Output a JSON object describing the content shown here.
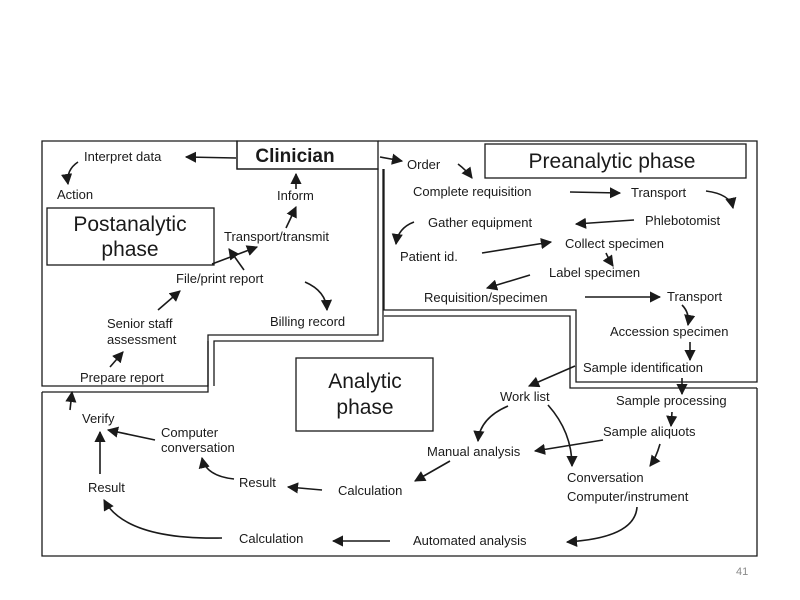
{
  "clinician": "Clinician",
  "phases": {
    "preanalytic": "Preanalytic phase",
    "analytic": [
      "Analytic",
      "phase"
    ],
    "postanalytic": [
      "Postanalytic",
      "phase"
    ]
  },
  "preanalytic_steps": {
    "order": "Order",
    "complete_requisition": "Complete requisition",
    "transport_1": "Transport",
    "phlebotomist": "Phlebotomist",
    "gather_equipment": "Gather equipment",
    "patient_id": "Patient id.",
    "collect_specimen": "Collect specimen",
    "label_specimen": "Label specimen",
    "requisition_specimen": "Requisition/specimen",
    "transport_2": "Transport",
    "accession_specimen": "Accession specimen",
    "sample_identification": "Sample identification"
  },
  "analytic_steps": {
    "sample_processing": "Sample processing",
    "sample_aliquots": "Sample aliquots",
    "work_list": "Work list",
    "manual_analysis": "Manual analysis",
    "conversation": "Conversation",
    "computer_instrument": "Computer/instrument",
    "calculation_manual": "Calculation",
    "automated_analysis": "Automated analysis",
    "calculation_auto": "Calculation",
    "result_1": "Result",
    "computer_conversation": [
      "Computer",
      "conversation"
    ],
    "result_2": "Result",
    "verify": "Verify"
  },
  "postanalytic_steps": {
    "prepare_report": "Prepare report",
    "senior_staff_assessment": [
      "Senior staff",
      "assessment"
    ],
    "file_print_report": "File/print report",
    "billing_record": "Billing record",
    "transport_transmit": "Transport/transmit",
    "inform": "Inform",
    "interpret_data": "Interpret data",
    "action": "Action"
  },
  "page_number": "41"
}
